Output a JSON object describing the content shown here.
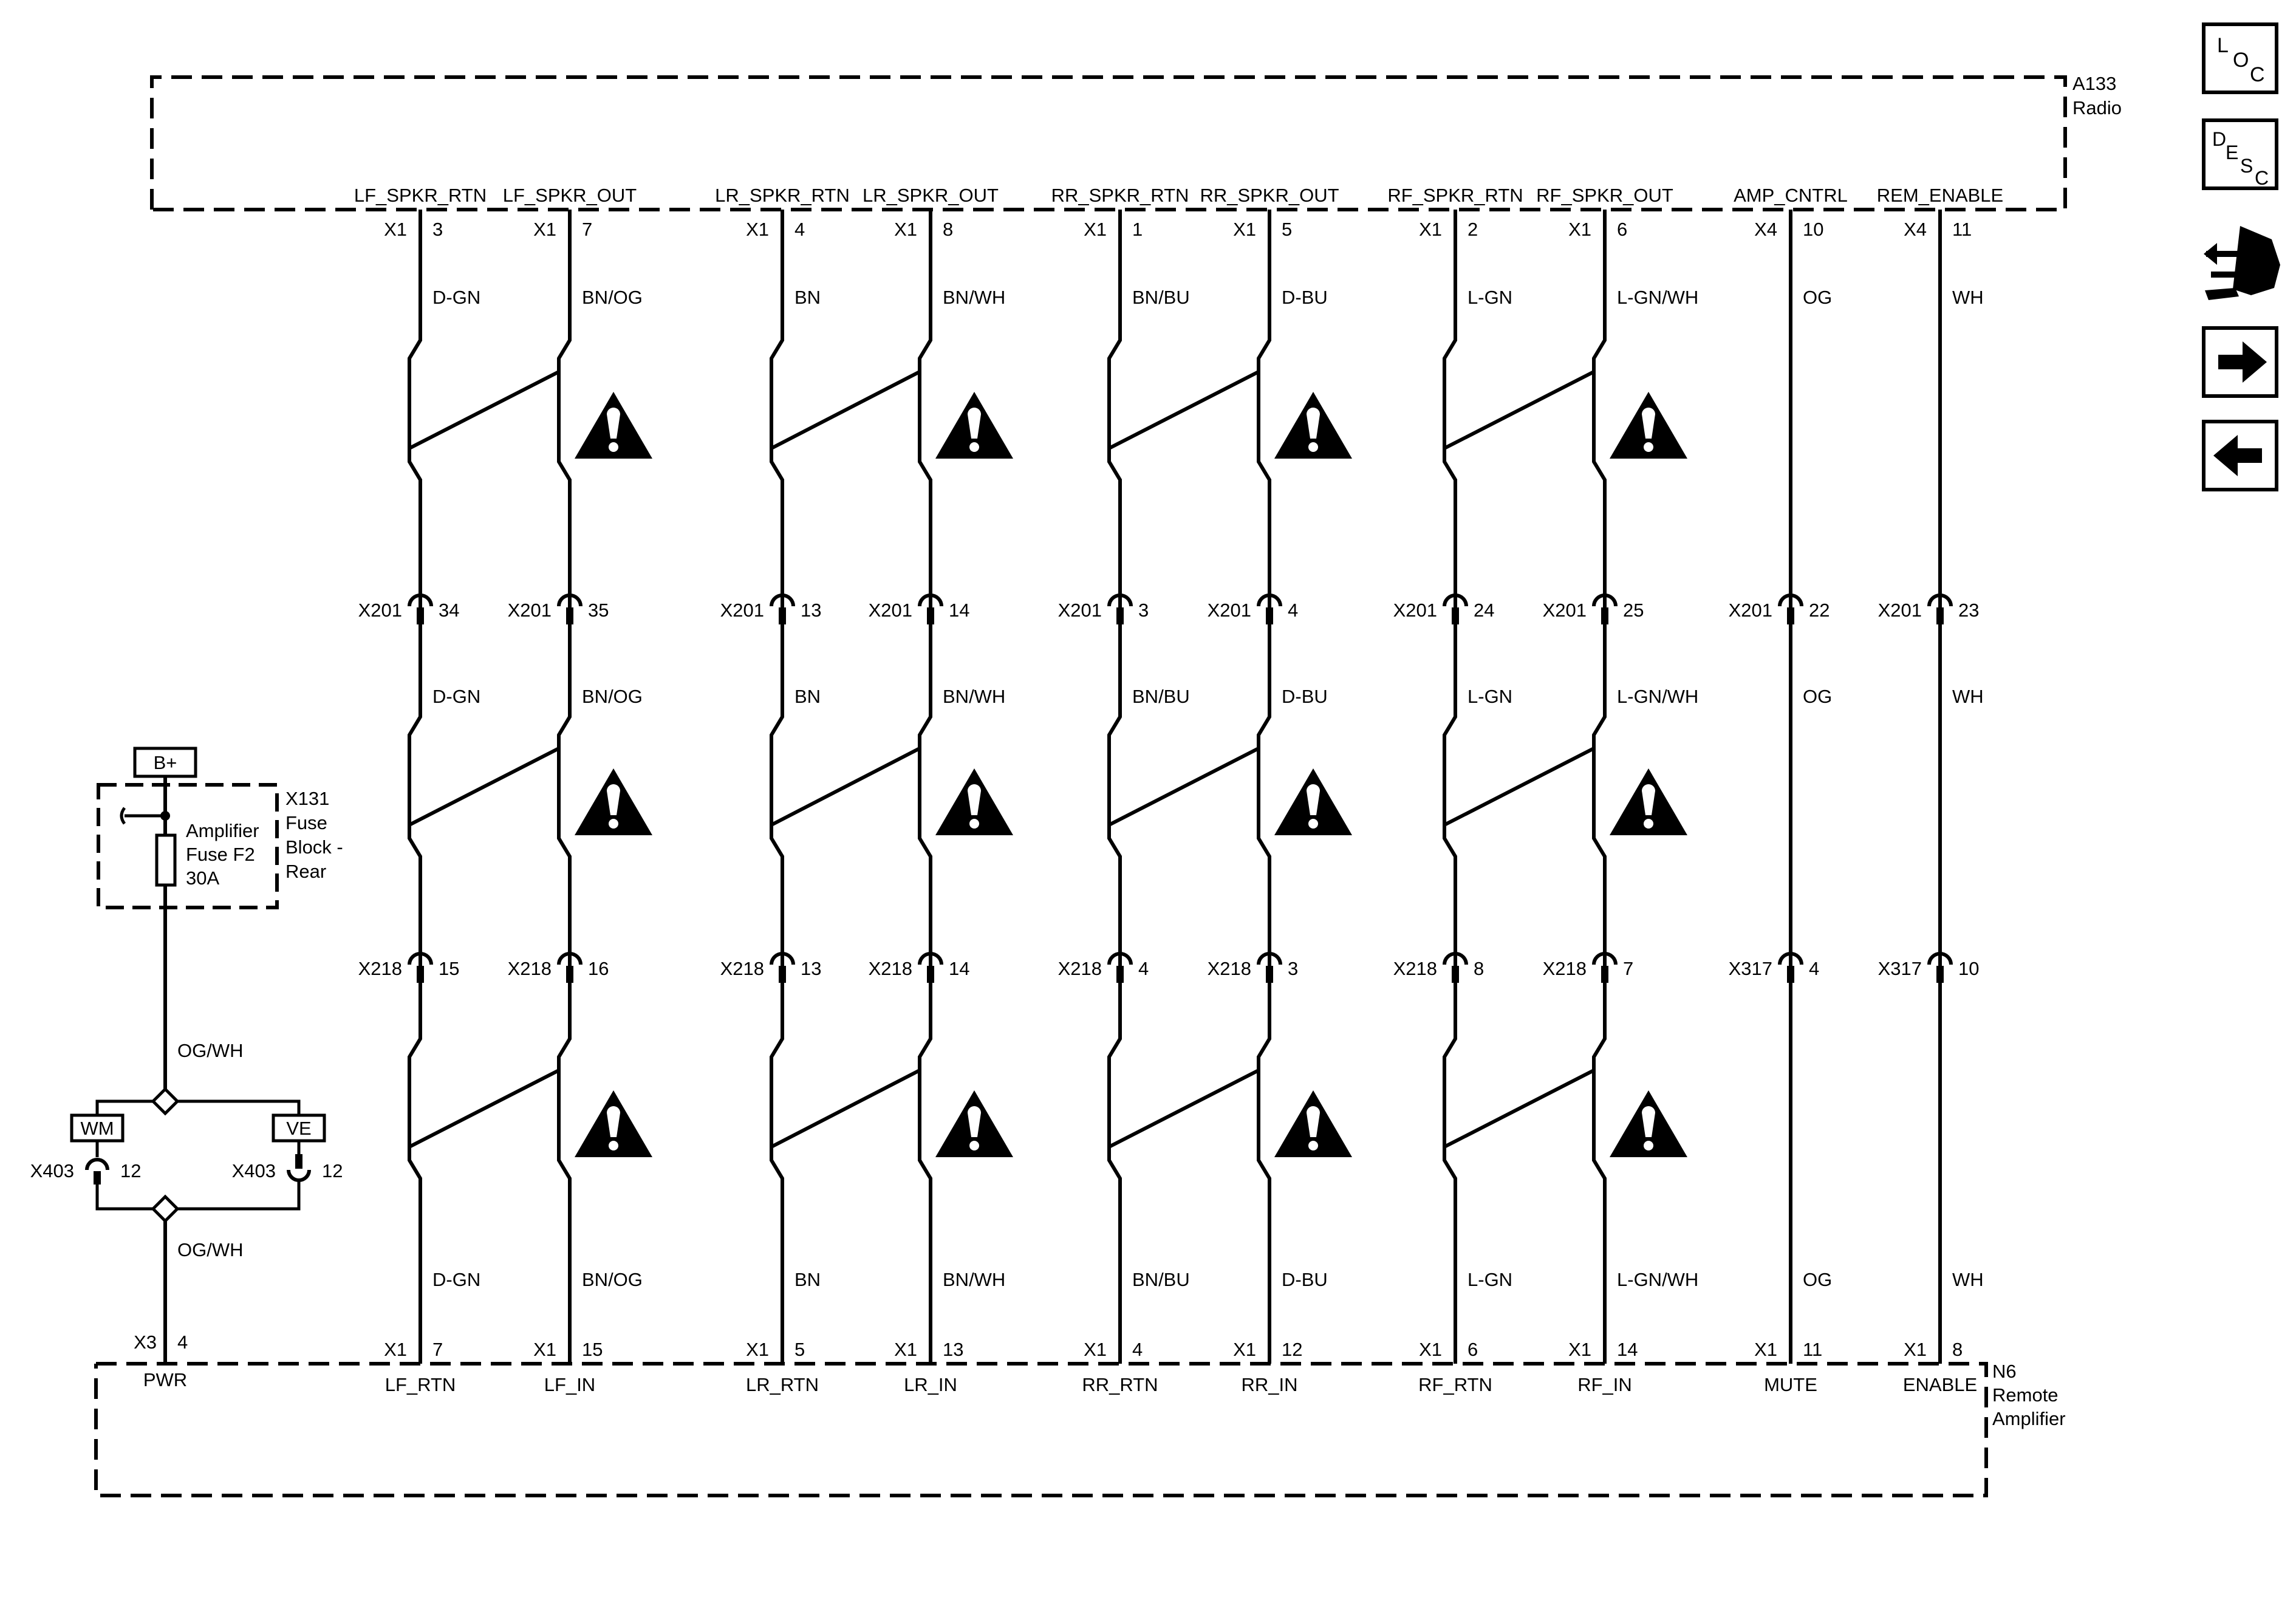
{
  "radio": {
    "id": "A133",
    "name": "Radio"
  },
  "amplifier": {
    "id": "N6",
    "name_lines": [
      "Remote",
      "Amplifier"
    ]
  },
  "fuse_block": {
    "id": "X131",
    "name_lines": [
      "Fuse",
      "Block -",
      "Rear"
    ],
    "fuse_lines": [
      "Amplifier",
      "Fuse F2",
      "30A"
    ],
    "supply": "B+"
  },
  "power_feed": {
    "wire_color": "OG/WH",
    "options": [
      {
        "option": "WM",
        "connector": "X403",
        "pin": "12"
      },
      {
        "option": "VE",
        "connector": "X403",
        "pin": "12"
      }
    ],
    "amp_connector": "X3",
    "amp_pin": "4",
    "amp_function": "PWR"
  },
  "circuits": [
    {
      "radio_function": "LF_SPKR_RTN",
      "radio_connector": "X1",
      "radio_pin": "3",
      "wire_color": "D-GN",
      "inline1_connector": "X201",
      "inline1_pin": "34",
      "inline2_connector": "X218",
      "inline2_pin": "15",
      "amp_connector": "X1",
      "amp_pin": "7",
      "amp_function": "LF_RTN"
    },
    {
      "radio_function": "LF_SPKR_OUT",
      "radio_connector": "X1",
      "radio_pin": "7",
      "wire_color": "BN/OG",
      "inline1_connector": "X201",
      "inline1_pin": "35",
      "inline2_connector": "X218",
      "inline2_pin": "16",
      "amp_connector": "X1",
      "amp_pin": "15",
      "amp_function": "LF_IN"
    },
    {
      "radio_function": "LR_SPKR_RTN",
      "radio_connector": "X1",
      "radio_pin": "4",
      "wire_color": "BN",
      "inline1_connector": "X201",
      "inline1_pin": "13",
      "inline2_connector": "X218",
      "inline2_pin": "13",
      "amp_connector": "X1",
      "amp_pin": "5",
      "amp_function": "LR_RTN"
    },
    {
      "radio_function": "LR_SPKR_OUT",
      "radio_connector": "X1",
      "radio_pin": "8",
      "wire_color": "BN/WH",
      "inline1_connector": "X201",
      "inline1_pin": "14",
      "inline2_connector": "X218",
      "inline2_pin": "14",
      "amp_connector": "X1",
      "amp_pin": "13",
      "amp_function": "LR_IN"
    },
    {
      "radio_function": "RR_SPKR_RTN",
      "radio_connector": "X1",
      "radio_pin": "1",
      "wire_color": "BN/BU",
      "inline1_connector": "X201",
      "inline1_pin": "3",
      "inline2_connector": "X218",
      "inline2_pin": "4",
      "amp_connector": "X1",
      "amp_pin": "4",
      "amp_function": "RR_RTN"
    },
    {
      "radio_function": "RR_SPKR_OUT",
      "radio_connector": "X1",
      "radio_pin": "5",
      "wire_color": "D-BU",
      "inline1_connector": "X201",
      "inline1_pin": "4",
      "inline2_connector": "X218",
      "inline2_pin": "3",
      "amp_connector": "X1",
      "amp_pin": "12",
      "amp_function": "RR_IN"
    },
    {
      "radio_function": "RF_SPKR_RTN",
      "radio_connector": "X1",
      "radio_pin": "2",
      "wire_color": "L-GN",
      "inline1_connector": "X201",
      "inline1_pin": "24",
      "inline2_connector": "X218",
      "inline2_pin": "8",
      "amp_connector": "X1",
      "amp_pin": "6",
      "amp_function": "RF_RTN"
    },
    {
      "radio_function": "RF_SPKR_OUT",
      "radio_connector": "X1",
      "radio_pin": "6",
      "wire_color": "L-GN/WH",
      "inline1_connector": "X201",
      "inline1_pin": "25",
      "inline2_connector": "X218",
      "inline2_pin": "7",
      "amp_connector": "X1",
      "amp_pin": "14",
      "amp_function": "RF_IN"
    },
    {
      "radio_function": "AMP_CNTRL",
      "radio_connector": "X4",
      "radio_pin": "10",
      "wire_color": "OG",
      "inline1_connector": "X201",
      "inline1_pin": "22",
      "inline2_connector": "X317",
      "inline2_pin": "4",
      "amp_connector": "X1",
      "amp_pin": "11",
      "amp_function": "MUTE"
    },
    {
      "radio_function": "REM_ENABLE",
      "radio_connector": "X4",
      "radio_pin": "11",
      "wire_color": "WH",
      "inline1_connector": "X201",
      "inline1_pin": "23",
      "inline2_connector": "X317",
      "inline2_pin": "10",
      "amp_connector": "X1",
      "amp_pin": "8",
      "amp_function": "ENABLE"
    }
  ],
  "nav": {
    "loc": {
      "letters": [
        "L",
        "O",
        "C"
      ]
    },
    "desc": {
      "letters": [
        "D",
        "E",
        "S",
        "C"
      ]
    },
    "connector_icon": "connector-end-view-icon",
    "next_icon": "arrow-right-icon",
    "prev_icon": "arrow-left-icon"
  }
}
